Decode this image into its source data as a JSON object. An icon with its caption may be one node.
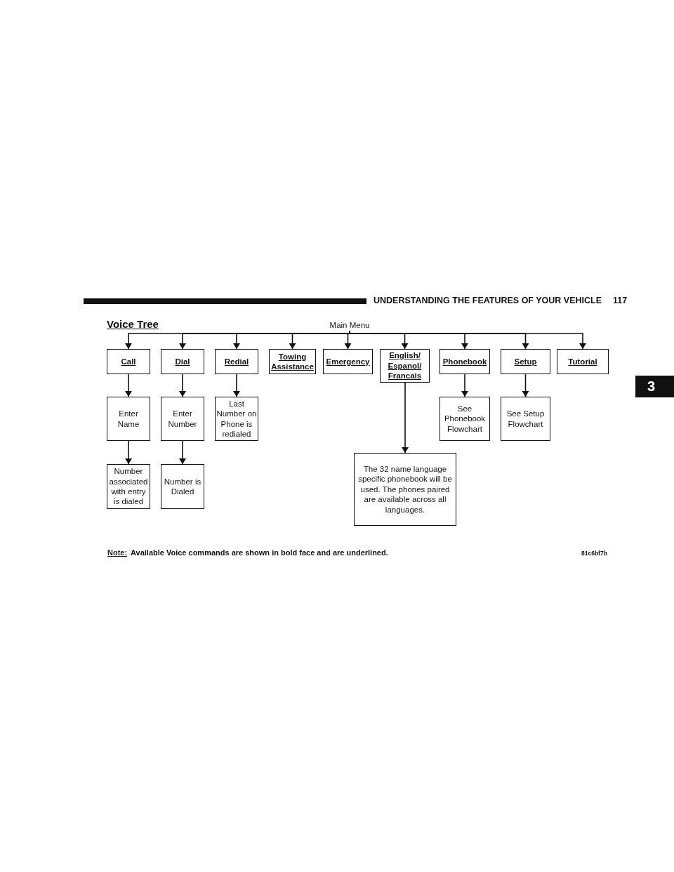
{
  "diagram": {
    "title": "Voice Tree",
    "nodes": [
      {
        "text": [
          "Main Menu"
        ]
      },
      {
        "text": [
          "Call"
        ]
      },
      {
        "text": [
          "Dial"
        ]
      },
      {
        "text": [
          "Redial"
        ]
      },
      {
        "text": [
          "Towing Assistance"
        ]
      },
      {
        "text": [
          "Emergency"
        ]
      },
      {
        "text": [
          "English/ Espanol/ Francais"
        ]
      },
      {
        "text": [
          "Phonebook"
        ]
      },
      {
        "text": [
          "Setup"
        ]
      },
      {
        "text": [
          "Tutorial"
        ]
      },
      {
        "text": [
          "Enter Name"
        ]
      },
      {
        "text": [
          "Enter Number"
        ]
      },
      {
        "text": [
          "Last Number on Phone is redialed"
        ]
      },
      {
        "text": [
          "See Phonebook Flowchart"
        ]
      },
      {
        "text": [
          "See Setup Flowchart"
        ]
      },
      {
        "text": [
          "Number associated with entry is dialed"
        ]
      },
      {
        "text": [
          "Number is Dialed"
        ]
      },
      {
        "text": [
          "The 32 name language specific phonebook will be used. The phones paired are available across all languages."
        ]
      }
    ],
    "edges": [
      {
        "from": 0,
        "to": 1,
        "arrow": "to"
      },
      {
        "from": 0,
        "to": 2,
        "arrow": "to"
      },
      {
        "from": 0,
        "to": 3,
        "arrow": "to"
      },
      {
        "from": 0,
        "to": 4,
        "arrow": "to"
      },
      {
        "from": 0,
        "to": 5,
        "arrow": "to"
      },
      {
        "from": 0,
        "to": 6,
        "arrow": "to"
      },
      {
        "from": 0,
        "to": 7,
        "arrow": "to"
      },
      {
        "from": 0,
        "to": 8,
        "arrow": "to"
      },
      {
        "from": 0,
        "to": 9,
        "arrow": "to"
      },
      {
        "from": 1,
        "to": 10,
        "arrow": "to"
      },
      {
        "from": 2,
        "to": 11,
        "arrow": "to"
      },
      {
        "from": 3,
        "to": 12,
        "arrow": "to"
      },
      {
        "from": 7,
        "to": 13,
        "arrow": "to"
      },
      {
        "from": 8,
        "to": 14,
        "arrow": "to"
      },
      {
        "from": 10,
        "to": 15,
        "arrow": "to"
      },
      {
        "from": 11,
        "to": 16,
        "arrow": "to"
      },
      {
        "from": 6,
        "to": 17,
        "arrow": "to"
      }
    ],
    "labels": [
      "UNDERSTANDING THE FEATURES OF YOUR VEHICLE",
      "117",
      "3",
      "Note:",
      "Available Voice commands are shown in bold face and are underlined.",
      "81c6bf7b"
    ]
  }
}
